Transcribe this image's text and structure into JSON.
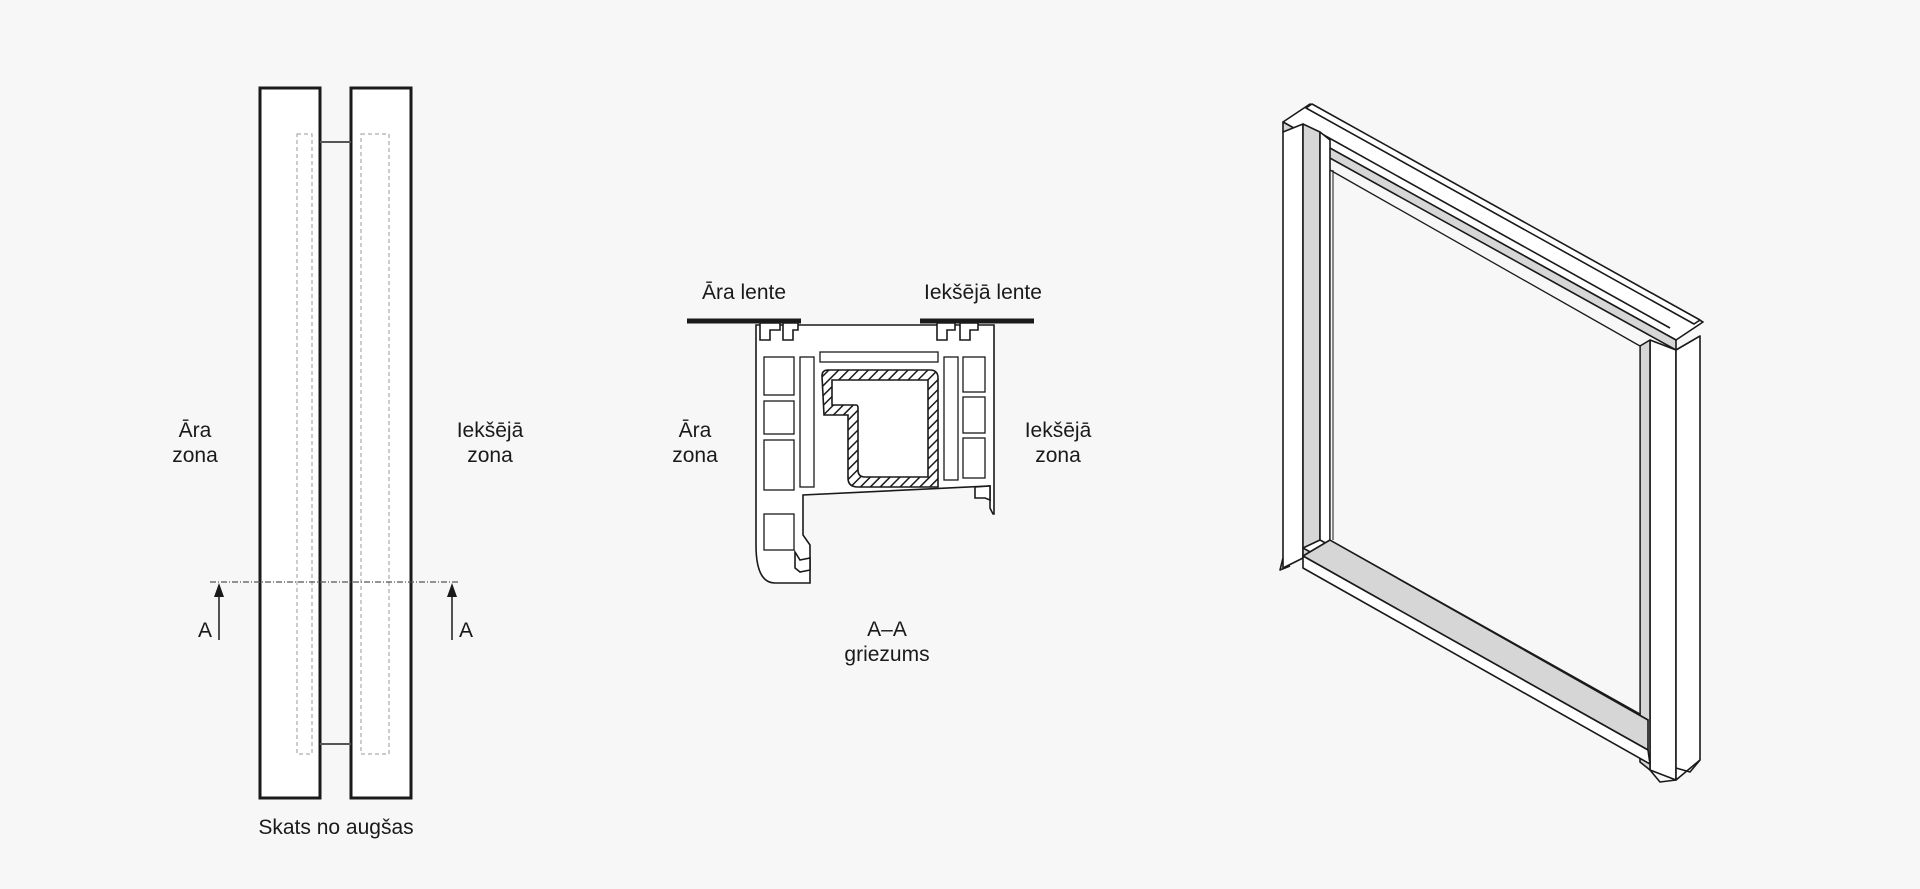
{
  "top_view": {
    "outer_zone": [
      "Āra",
      "zona"
    ],
    "inner_zone": [
      "Iekšējā",
      "zona"
    ],
    "section_marker_left": "A",
    "section_marker_right": "A",
    "caption": "Skats no augšas"
  },
  "section_view": {
    "outer_tape": "Āra lente",
    "inner_tape": "Iekšējā lente",
    "outer_zone": [
      "Āra",
      "zona"
    ],
    "inner_zone": [
      "Iekšējā",
      "zona"
    ],
    "caption": [
      "A–A",
      "griezums"
    ]
  },
  "colors": {
    "background": "#f7f7f7",
    "line": "#1a1a1a",
    "hatch": "#1a1a1a",
    "frame_fill": "#ffffff",
    "frame_shade": "#d6d6d6"
  }
}
